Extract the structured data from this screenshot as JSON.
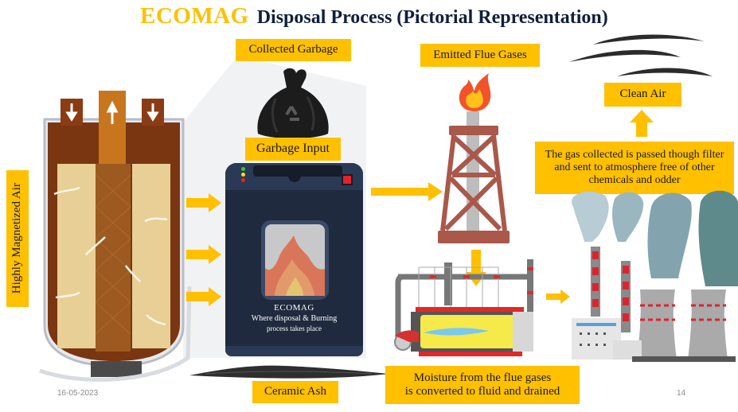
{
  "slide": {
    "title_brand": "ECOMAG",
    "title_rest": "Disposal Process (Pictorial Representation)",
    "date": "16-05-2023",
    "page_number": "14"
  },
  "colors": {
    "accent": "#FFC000",
    "title_dark": "#10203a",
    "machine_body": "#1f2a3e",
    "tower": "#a9584a",
    "flame_red": "#f2532b",
    "flame_yellow": "#ffc21a"
  },
  "labels": {
    "magnetized_air": "Highly Magnetized Air",
    "collected_garbage": "Collected Garbage",
    "garbage_input": "Garbage Input",
    "emitted_flue_gases": "Emitted Flue Gases",
    "clean_air": "Clean Air",
    "filter_note": "The gas collected is passed though filter and sent to atmosphere free of other chemicals and odder",
    "ceramic_ash": "Ceramic  Ash",
    "moisture_note_line1": "Moisture from the flue gases",
    "moisture_note_line2": "is converted to fluid and drained"
  },
  "machine": {
    "name": "ECOMAG",
    "caption_line1": "Where disposal & Burning",
    "caption_line2": "process takes  place",
    "indicator_lights": [
      "#3cc43c",
      "#f2e21a",
      "#e8202a"
    ]
  },
  "icons": {
    "garbage_bag": "garbage-bag-icon",
    "recycle": "recycle-icon",
    "flame": "flame-icon",
    "wind": "wind-icon",
    "flow_arrow": "arrow-icon"
  }
}
